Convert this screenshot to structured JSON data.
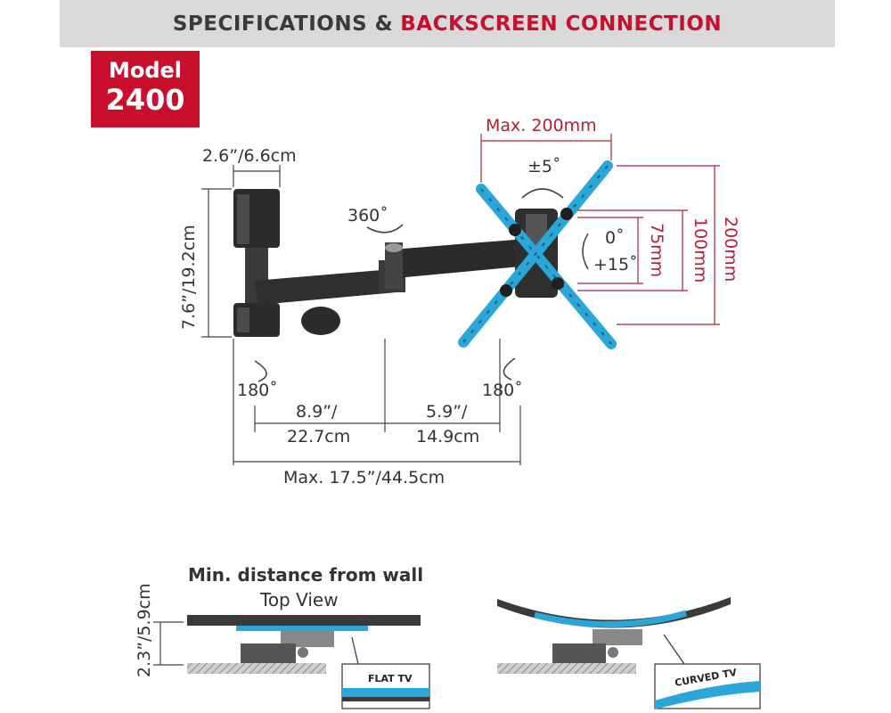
{
  "header": {
    "title_dark": "SPECIFICATIONS &",
    "title_red": "BACKSCREEN CONNECTION"
  },
  "badge": {
    "line1": "Model",
    "line2": "2400"
  },
  "dimensions": {
    "plate_width": "2.6”/6.6cm",
    "plate_height": "7.6”/19.2cm",
    "rotation_arm": "360˚",
    "swivel_wall": "180˚",
    "swivel_tv": "180˚",
    "arm1_line1": "8.9”/",
    "arm1_line2": "22.7cm",
    "arm2_line1": "5.9”/",
    "arm2_line2": "14.9cm",
    "max_extension": "Max. 17.5”/44.5cm",
    "vesa_max": "Max. 200mm",
    "rotation_tv": "±5˚",
    "tilt_top": "0˚",
    "tilt_bottom": "+15˚",
    "vesa_75": "75mm",
    "vesa_100": "100mm",
    "vesa_200": "200mm"
  },
  "bottom": {
    "title": "Min. distance from wall",
    "subtitle": "Top View",
    "distance": "2.3”/5.9cm",
    "flat_label": "FLAT TV",
    "curved_label": "CURVED TV"
  },
  "colors": {
    "accent_red": "#c8102e",
    "accent_blue": "#2aa7d8",
    "dark_gray": "#3a3a3a",
    "header_bg": "#d9d9d9"
  }
}
